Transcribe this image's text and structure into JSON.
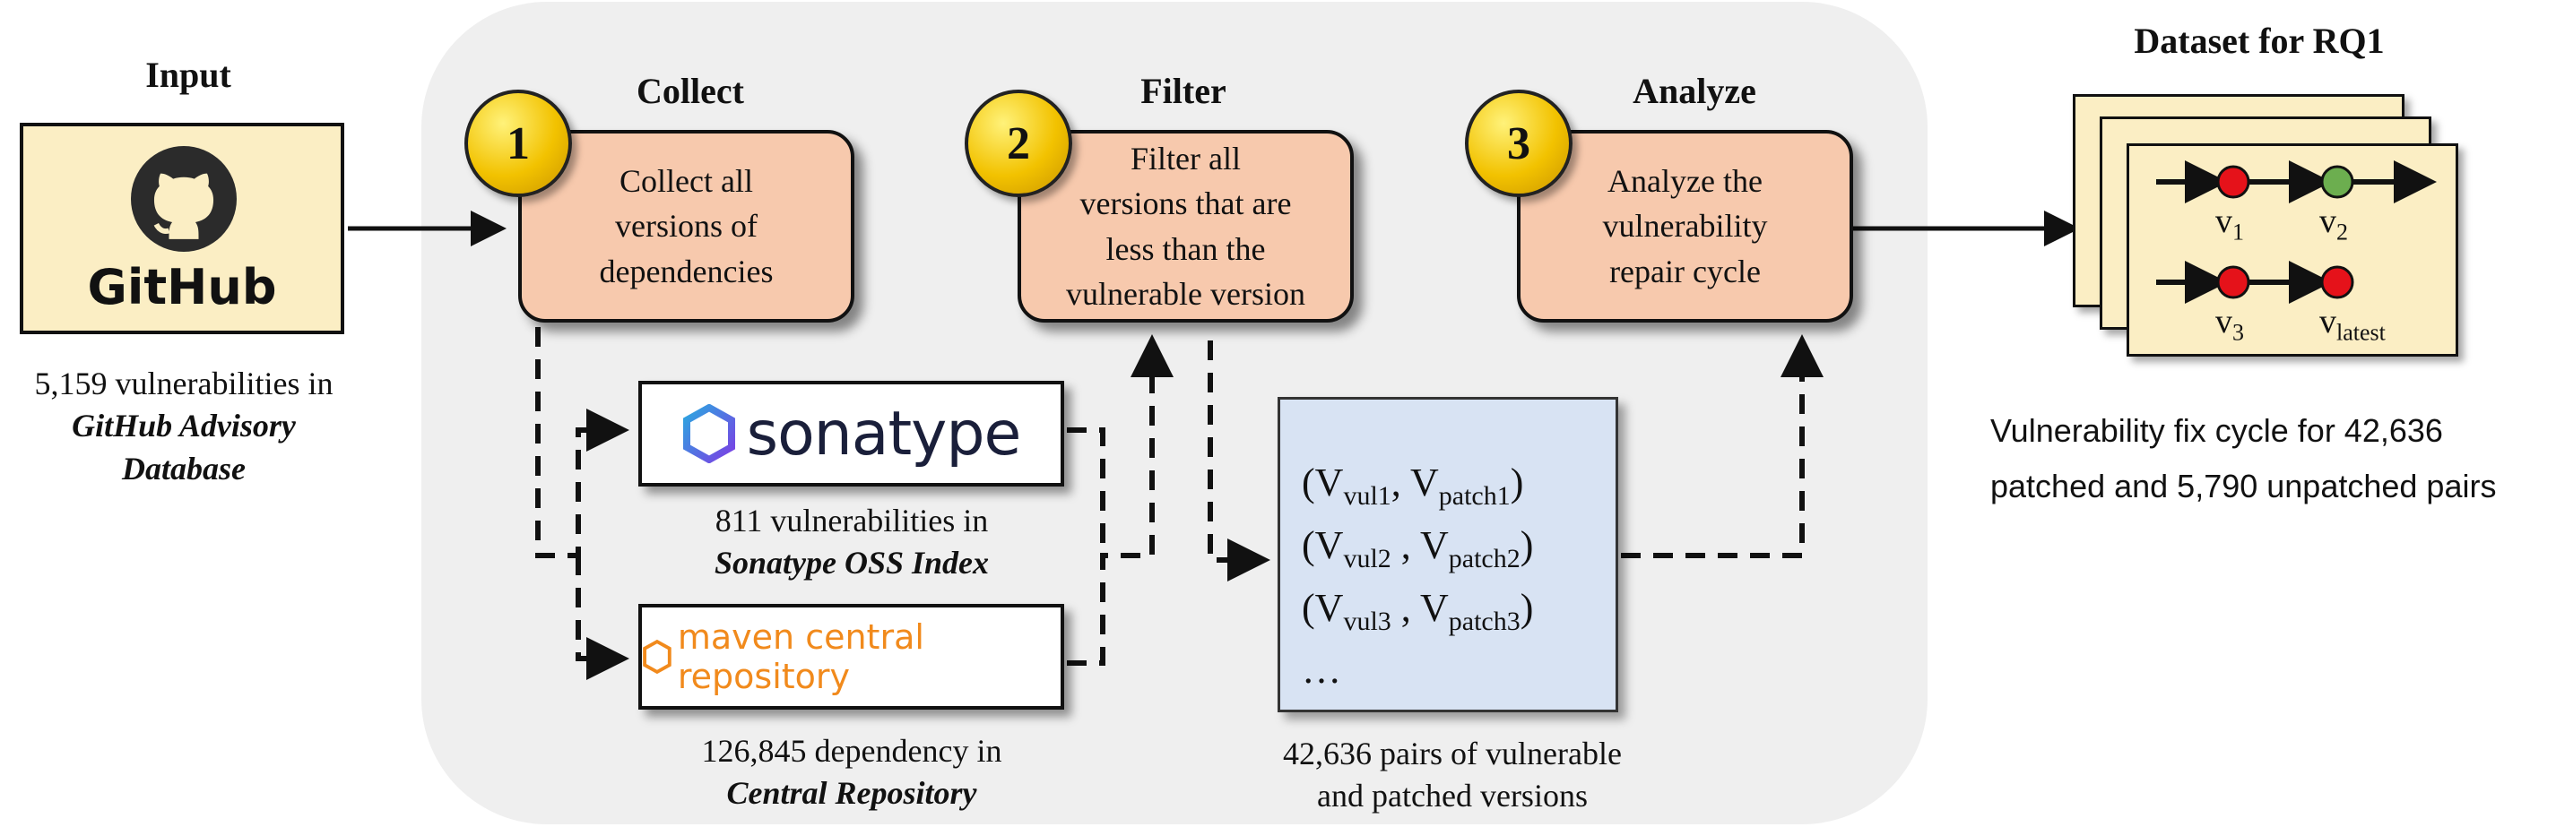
{
  "input": {
    "title": "Input",
    "logo_text": "GitHub",
    "caption_line1": "5,159 vulnerabilities in",
    "caption_line2": "GitHub Advisory",
    "caption_line3": "Database"
  },
  "steps": [
    {
      "number": "1",
      "title": "Collect",
      "text": "Collect all\nversions of\ndependencies"
    },
    {
      "number": "2",
      "title": "Filter",
      "text": "Filter all\nversions that are\nless than the\nvulnerable version"
    },
    {
      "number": "3",
      "title": "Analyze",
      "text": "Analyze the\nvulnerability\nrepair cycle"
    }
  ],
  "sonatype": {
    "logo_text": "sonatype",
    "caption_line1": "811 vulnerabilities in",
    "caption_line2": "Sonatype OSS Index"
  },
  "maven": {
    "logo_text": "maven central repository",
    "caption_line1": "126,845 dependency in",
    "caption_line2": "Central Repository"
  },
  "pairs": {
    "rows": [
      {
        "v": "vul1",
        "p": "patch1"
      },
      {
        "v": "vul2",
        "p": "patch2"
      },
      {
        "v": "vul3",
        "p": "patch3"
      }
    ],
    "ellipsis": "…",
    "caption_line1": "42,636 pairs of vulnerable",
    "caption_line2": "and patched versions"
  },
  "dataset": {
    "title": "Dataset for RQ1",
    "node_labels": [
      "v",
      "v",
      "v",
      "v"
    ],
    "node_subs": [
      "1",
      "2",
      "3",
      "latest"
    ],
    "caption_line1": "Vulnerability fix cycle for 42,636",
    "caption_line2": "patched and 5,790 unpatched pairs"
  },
  "colors": {
    "step_fill": "#f7c9ad",
    "badge_fill": "#f2c200",
    "panel_fill": "#efefef",
    "input_fill": "#fbeec4",
    "pairs_fill": "#d8e3f3",
    "node_red": "#e5121a",
    "node_green": "#6cae4f",
    "sonatype_text": "#1a1f3a",
    "sonatype_hex": "#5b45d6",
    "maven_orange": "#f18a1c"
  }
}
